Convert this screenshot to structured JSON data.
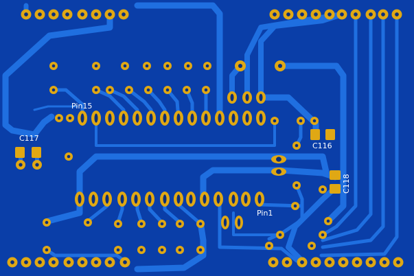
{
  "colors": {
    "board": "#0a3ea8",
    "trace": "#1f6fe0",
    "pad": "#e0a814",
    "hole": "#0b2f7a",
    "silk": "#ffffff"
  },
  "labels": {
    "pin15": "Pin15",
    "pin1": "Pin1",
    "c116": "C116",
    "c117": "C117",
    "c118": "C118"
  }
}
